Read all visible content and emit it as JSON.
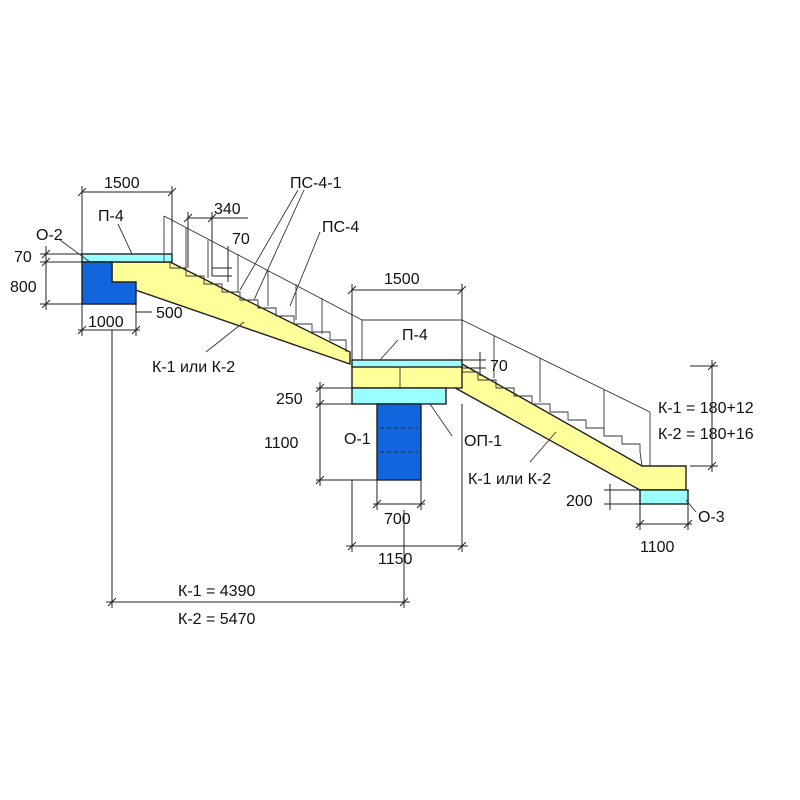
{
  "colors": {
    "stringer": "#ffff99",
    "slab": "#99ffff",
    "support": "#1166dd",
    "outline": "#222222",
    "text": "#111111"
  },
  "labels": {
    "upper_landing_width": "1500",
    "upper_slab": "П-4",
    "left_support": "О-2",
    "upper_slab_thickness": "70",
    "left_support_height": "800",
    "left_support_width": "1000",
    "left_offset": "500",
    "tread_depth": "340",
    "riser_70": "70",
    "ps41": "ПС-4-1",
    "ps4": "ПС-4",
    "upper_flight": "К-1 или К-2",
    "mid_landing_width": "1500",
    "mid_slab": "П-4",
    "mid_riser_70": "70",
    "mid_beam_height": "250",
    "mid_support_height": "1100",
    "mid_support": "О-1",
    "mid_beam": "ОП-1",
    "mid_support_width": "700",
    "mid_beam_width": "1150",
    "lower_flight": "К-1 или К-2",
    "k1_step": "К-1 = 180+12",
    "k2_step": "К-2 = 180+16",
    "lower_slab_height": "200",
    "right_support": "О-3",
    "right_support_width": "1100",
    "k1_span": "К-1 = 4390",
    "k2_span": "К-2 = 5470"
  }
}
